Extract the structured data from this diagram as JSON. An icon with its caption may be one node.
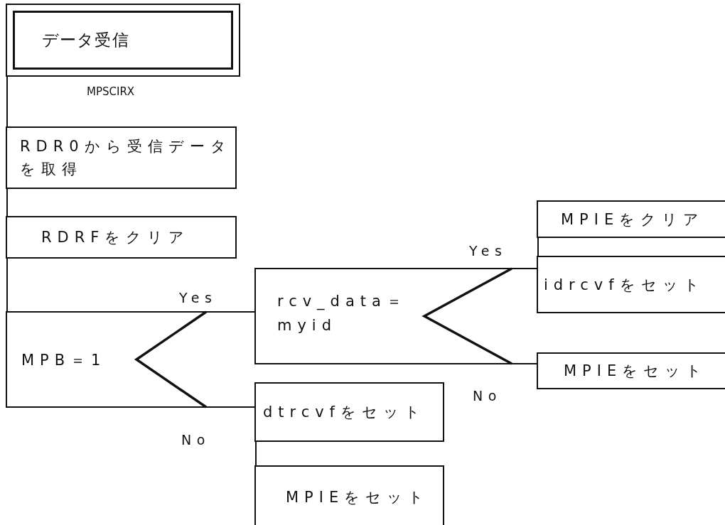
{
  "diagram": {
    "nodes": [
      {
        "text": [
          "データ受信"
        ],
        "beside": [
          "MPSCIRX"
        ]
      },
      {
        "text": [
          "RDR0から受信データを取得"
        ]
      },
      {
        "text": [
          "RDRFをクリア"
        ]
      },
      {
        "text": [
          "MPB＝1"
        ]
      },
      {
        "text": [
          "rcv_data＝myid"
        ]
      },
      {
        "text": [
          "MPIEをクリア"
        ]
      },
      {
        "text": [
          "idrcvfをセット"
        ]
      },
      {
        "text": [
          "MPIEをセット"
        ]
      },
      {
        "text": [
          "dtrcvfをセット"
        ]
      },
      {
        "text": [
          "MPIEをセット"
        ]
      }
    ],
    "edges": [
      {
        "from": 0,
        "to": 1,
        "arrow": "none"
      },
      {
        "from": 1,
        "to": 2,
        "arrow": "none"
      },
      {
        "from": 2,
        "to": 3,
        "arrow": "none"
      },
      {
        "from": 3,
        "to": 4,
        "arrow": "none",
        "label": "Yes"
      },
      {
        "from": 3,
        "to": 8,
        "arrow": "none",
        "label": "No"
      },
      {
        "from": 4,
        "to": 6,
        "arrow": "none",
        "label": "Yes"
      },
      {
        "from": 5,
        "to": 6,
        "arrow": "none"
      },
      {
        "from": 4,
        "to": 7,
        "arrow": "none",
        "label": "No"
      },
      {
        "from": 8,
        "to": 9,
        "arrow": "none"
      }
    ]
  }
}
